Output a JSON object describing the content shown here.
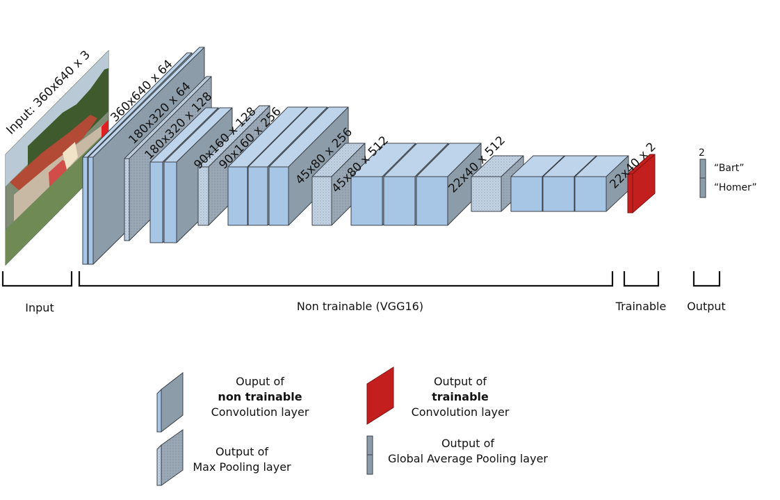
{
  "diagram": {
    "input_label": "Input: 360x640 x 3",
    "layer_labels": [
      "360x640 x 64",
      "180x320 x 64",
      "180x320 x 128",
      "90x160 x 128",
      "90x160 x 256",
      "45x80 x 256",
      "45x80 x 512",
      "22x40 x 512",
      "22x40 x 2"
    ],
    "sections": {
      "input": "Input",
      "non_trainable": "Non trainable (VGG16)",
      "trainable": "Trainable",
      "output": "Output"
    },
    "output": {
      "size": "2",
      "classes": [
        "“Bart”",
        "“Homer”"
      ]
    },
    "legend": {
      "conv_nontrain": {
        "line1": "Ouput of",
        "line2": "non trainable",
        "line3": "Convolution layer"
      },
      "conv_train": {
        "line1": "Output of",
        "line2": "trainable",
        "line3": "Convolution layer"
      },
      "maxpool": {
        "line1": "Output of",
        "line2": "Max Pooling layer"
      },
      "gap": {
        "line1": "Output of",
        "line2": "Global Average Pooling layer"
      }
    },
    "colors": {
      "conv_front": "#a7c6e6",
      "conv_side": "#8d9ca9",
      "conv_top": "#bed4ea",
      "pool_front": "#c3d3e3",
      "pool_side": "#9aa8b5",
      "trainable": "#c41f1f",
      "trainable_side": "#9b1414",
      "gap": "#8d9ca9",
      "edge": "#3a4048"
    }
  }
}
